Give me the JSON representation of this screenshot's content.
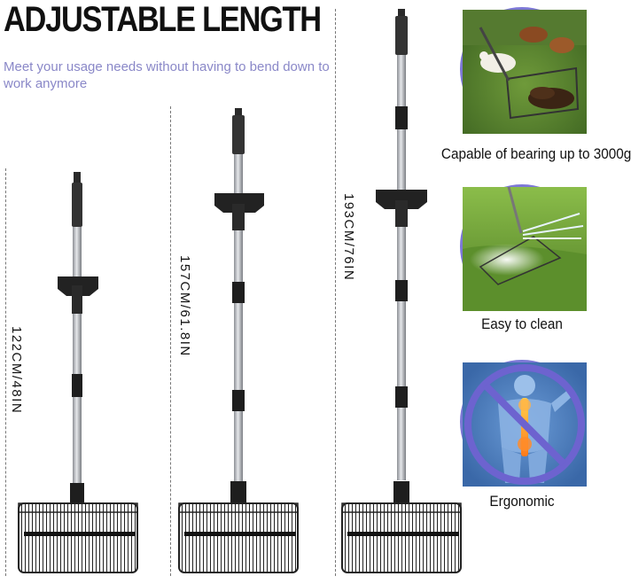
{
  "header": {
    "title": "ADJUSTABLE LENGTH",
    "subtitle": "Meet your usage needs without having to bend down to work anymore"
  },
  "lengths": [
    {
      "label": "122CM/48IN"
    },
    {
      "label": "157CM/61.8IN"
    },
    {
      "label": "193CM/76IN"
    }
  ],
  "features": [
    {
      "caption": "Capable of bearing up to 3000g",
      "icon": "chickens-manure-scoop-photo"
    },
    {
      "caption": "Easy to clean",
      "icon": "water-spray-photo"
    },
    {
      "caption": "Ergonomic",
      "icon": "spine-pain-prohibited-icon"
    }
  ],
  "colors": {
    "accent": "#7d78d6",
    "subtitle": "#8a88c8",
    "pole": "#b9bcc2",
    "grip": "#2a2a2a"
  }
}
